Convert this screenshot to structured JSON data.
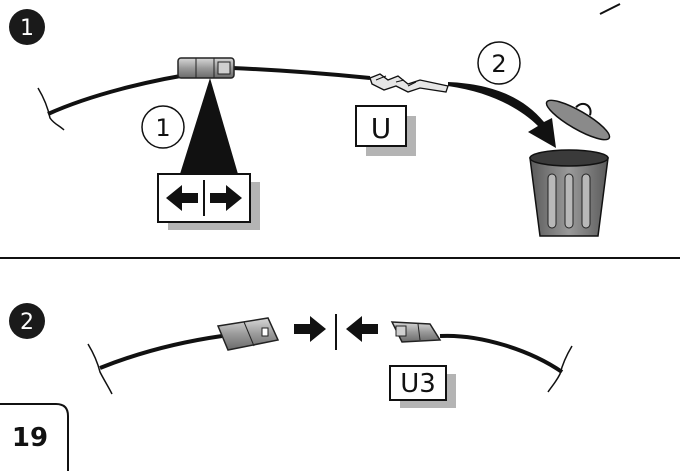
{
  "page": {
    "number": "19"
  },
  "steps": [
    {
      "badge": "1",
      "circle_labels": [
        "1",
        "2"
      ],
      "part_label": "U",
      "icons": [
        "connector-icon",
        "disconnect-arrows-icon",
        "terminal-icon",
        "trash-can-icon"
      ]
    },
    {
      "badge": "2",
      "part_label": "U3",
      "icons": [
        "connector-male-icon",
        "connect-arrows-icon",
        "connector-female-icon"
      ]
    }
  ],
  "colors": {
    "ink": "#111111",
    "badge": "#1a1a1a",
    "shadow": "#b4b4b4",
    "connector": "#8f8f8f",
    "trash": "#6e6e6e"
  }
}
